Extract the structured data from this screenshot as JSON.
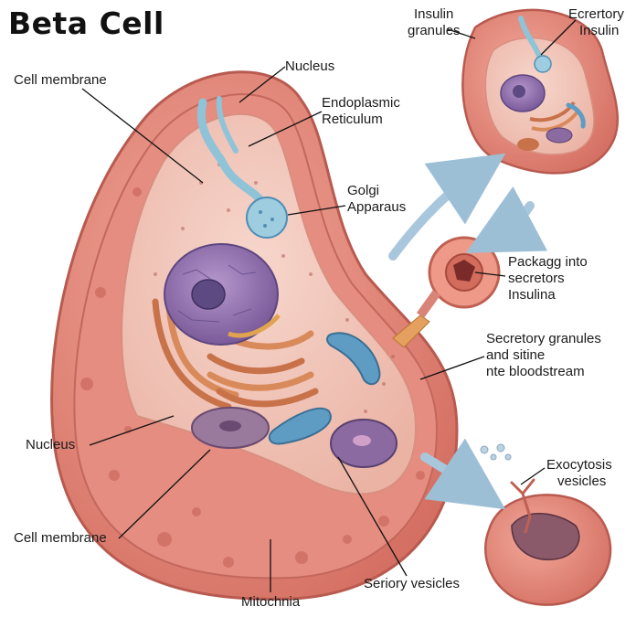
{
  "title": "Beta Cell",
  "labels": {
    "cell_membrane_top": "Cell membrane",
    "nucleus_top": "Nucleus",
    "er_line1": "Endoplasmic",
    "er_line2": "Reticulum",
    "golgi_line1": "Golgi",
    "golgi_line2": "Apparaus",
    "insulin_granules_line1": "Insulin",
    "insulin_granules_line2": "granules",
    "ecretory_line1": "Ecrertory",
    "ecretory_line2": "Insulin",
    "package_line1": "Packagg into",
    "package_line2": "secretors",
    "package_line3": "Insulina",
    "secretory_line1": "Secretory granules",
    "secretory_line2": "and sitine",
    "secretory_line3": "nte bloodstream",
    "nucleus_left": "Nucleus",
    "exocytosis_line1": "Exocytosis",
    "exocytosis_line2": "vesicles",
    "cell_membrane_bottom": "Cell membrane",
    "seriory_vesicles": "Seriory vesicles",
    "mitochondria": "Mitochnia"
  },
  "colors": {
    "membrane": "#d9736b",
    "cytoplasm": "#f0c0b4",
    "nucleus": "#8c6aa8",
    "golgi": "#c8724a",
    "er_tube": "#8fc3d8",
    "mito_blue": "#4f8fb5",
    "arrow": "#a9c7dc"
  }
}
